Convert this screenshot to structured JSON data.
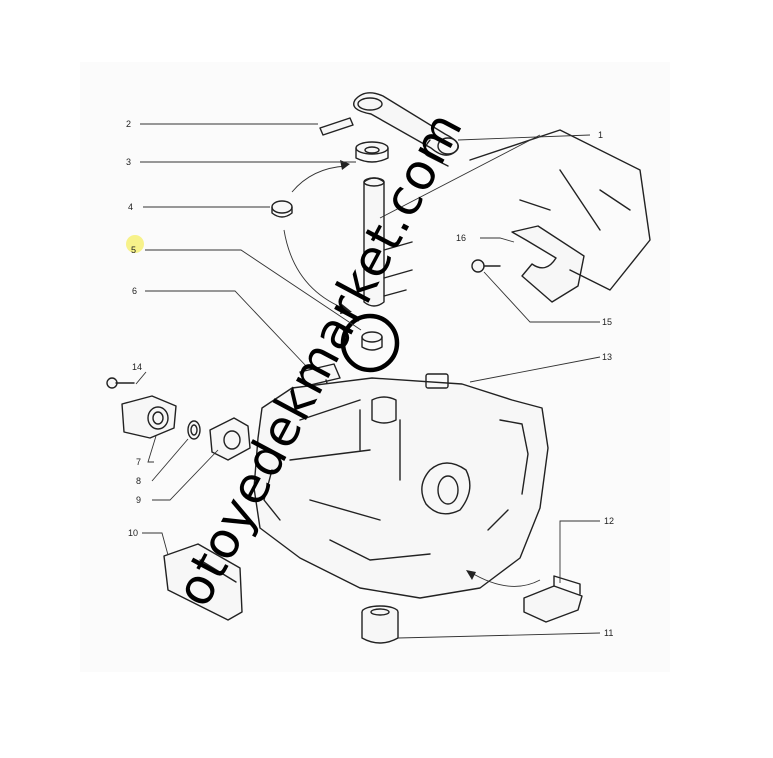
{
  "diagram": {
    "callouts": [
      {
        "id": "1",
        "label": "1"
      },
      {
        "id": "2",
        "label": "2"
      },
      {
        "id": "3",
        "label": "3"
      },
      {
        "id": "4",
        "label": "4"
      },
      {
        "id": "5",
        "label": "5"
      },
      {
        "id": "6",
        "label": "6"
      },
      {
        "id": "7",
        "label": "7"
      },
      {
        "id": "8",
        "label": "8"
      },
      {
        "id": "9",
        "label": "9"
      },
      {
        "id": "10",
        "label": "10"
      },
      {
        "id": "11",
        "label": "11"
      },
      {
        "id": "12",
        "label": "12"
      },
      {
        "id": "13",
        "label": "13"
      },
      {
        "id": "14",
        "label": "14"
      },
      {
        "id": "15",
        "label": "15"
      },
      {
        "id": "16",
        "label": "16"
      }
    ],
    "highlighted_part": "5",
    "highlight_color": "#f2e600",
    "marker_color": "#000000",
    "watermark": "otoyedekmarket.com"
  }
}
